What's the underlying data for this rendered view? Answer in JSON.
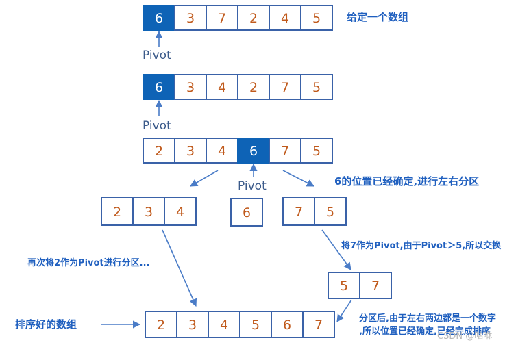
{
  "arrays": [
    {
      "name": "array-initial",
      "values": [
        "6",
        "3",
        "7",
        "2",
        "4",
        "5"
      ],
      "pivot_index": 0
    },
    {
      "name": "array-step2",
      "values": [
        "6",
        "3",
        "4",
        "2",
        "7",
        "5"
      ],
      "pivot_index": 0
    },
    {
      "name": "array-step3",
      "values": [
        "2",
        "3",
        "4",
        "6",
        "7",
        "5"
      ],
      "pivot_index": 3
    },
    {
      "name": "array-left-part",
      "values": [
        "2",
        "3",
        "4"
      ],
      "pivot_index": -1
    },
    {
      "name": "array-middle-part",
      "values": [
        "6"
      ],
      "pivot_index": -1
    },
    {
      "name": "array-right-part",
      "values": [
        "7",
        "5"
      ],
      "pivot_index": -1
    },
    {
      "name": "array-right-swapped",
      "values": [
        "5",
        "7"
      ],
      "pivot_index": -1
    },
    {
      "name": "array-sorted",
      "values": [
        "2",
        "3",
        "4",
        "5",
        "6",
        "7"
      ],
      "pivot_index": -1
    }
  ],
  "labels": {
    "given_array": "给定一个数组",
    "pivot": "Pivot",
    "pivot_fixed": "6的位置已经确定,进行左右分区",
    "again_pivot": "再次将2作为Pivot进行分区...",
    "seven_pivot": "将7作为Pivot,由于Pivot＞5,所以交换",
    "sorted_array": "排序好的数组",
    "partition_note_1": "分区后,由于左右两边都是一个数字",
    "partition_note_2": ",所以位置已经确定,已经完成排序",
    "watermark": "CSDN @咕咻"
  },
  "colors": {
    "pivot_fill": "#0e63b6",
    "cell_border": "#3a62a8",
    "number_text": "#c05a1c",
    "label_text": "#1f5fbf",
    "arrow": "#4a7cc7"
  }
}
